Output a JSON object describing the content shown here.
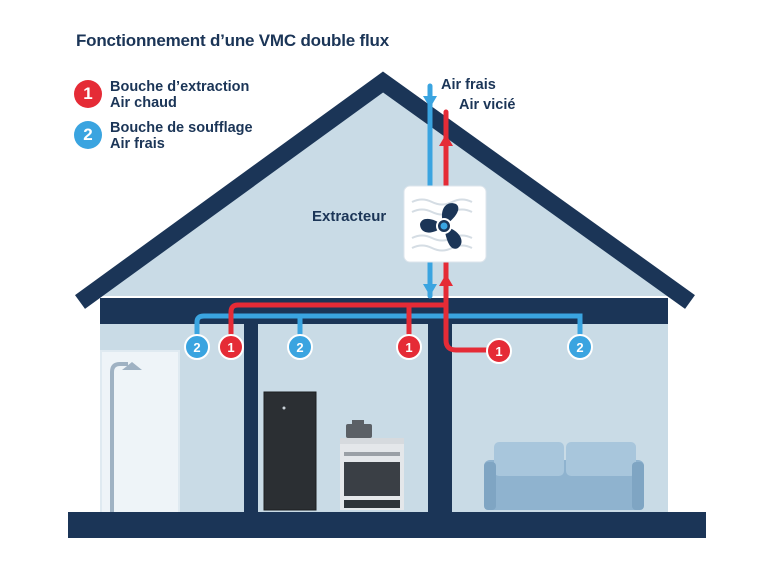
{
  "title": "Fonctionnement d’une VMC double flux",
  "legend": [
    {
      "number": "1",
      "line1": "Bouche d’extraction",
      "line2": "Air chaud",
      "color": "#e52b36"
    },
    {
      "number": "2",
      "line1": "Bouche de soufflage",
      "line2": "Air frais",
      "color": "#3aa4e0"
    }
  ],
  "flows": {
    "fresh_air": "Air frais",
    "stale_air": "Air vicié"
  },
  "unit_label": "Extracteur",
  "vents": [
    {
      "number": "2",
      "type": "supply"
    },
    {
      "number": "1",
      "type": "extract"
    },
    {
      "number": "2",
      "type": "supply"
    },
    {
      "number": "1",
      "type": "extract"
    },
    {
      "number": "1",
      "type": "extract"
    },
    {
      "number": "2",
      "type": "supply"
    }
  ],
  "colors": {
    "navy": "#1b3557",
    "wall": "#c9dbe6",
    "extract": "#e52b36",
    "supply": "#3aa4e0"
  },
  "icons": [
    "fan-icon",
    "shower-icon",
    "fridge-icon",
    "stove-icon",
    "sofa-icon"
  ]
}
